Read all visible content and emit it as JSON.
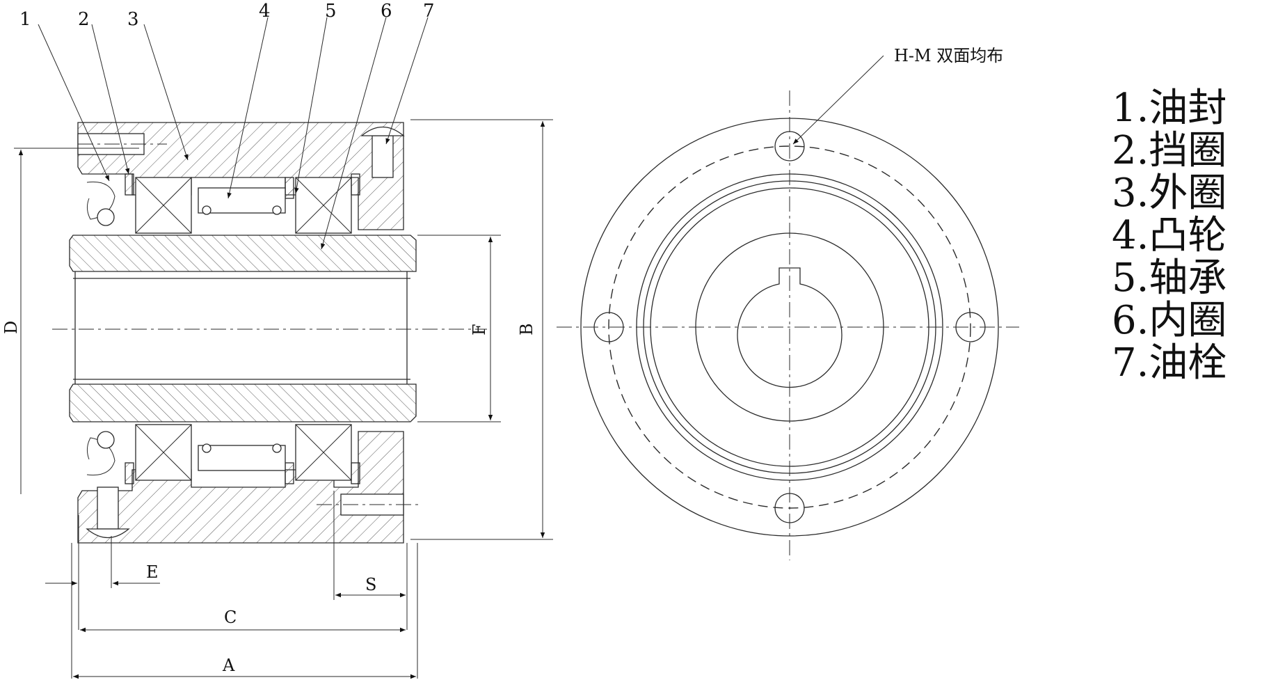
{
  "callouts": [
    "1",
    "2",
    "3",
    "4",
    "5",
    "6",
    "7"
  ],
  "dimensions": {
    "A": "A",
    "B": "B",
    "C": "C",
    "D": "D",
    "E": "E",
    "F": "F",
    "S": "S"
  },
  "hole_note": "H-M 双面均布",
  "legend": [
    "1.油封",
    "2.挡圈",
    "3.外圈",
    "4.凸轮",
    "5.轴承",
    "6.内圈",
    "7.油栓"
  ]
}
